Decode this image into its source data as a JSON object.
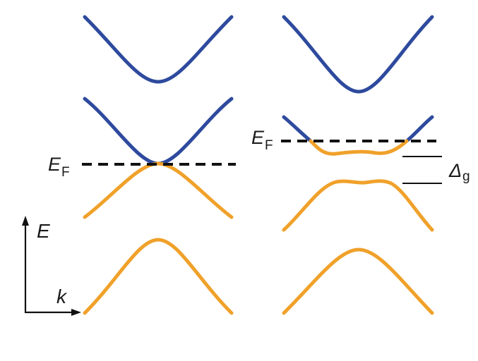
{
  "axes": {
    "y_label": "E",
    "x_label": "k"
  },
  "left_panel": {
    "fermi_label_main": "E",
    "fermi_label_sub": "F"
  },
  "right_panel": {
    "fermi_label_main": "E",
    "fermi_label_sub": "F",
    "gap_label_main": "Δ",
    "gap_label_sub": "g"
  },
  "colors": {
    "conduction_band": "#2e4a9e",
    "valence_band": "#f0a12a",
    "fermi_level": "#111111"
  }
}
